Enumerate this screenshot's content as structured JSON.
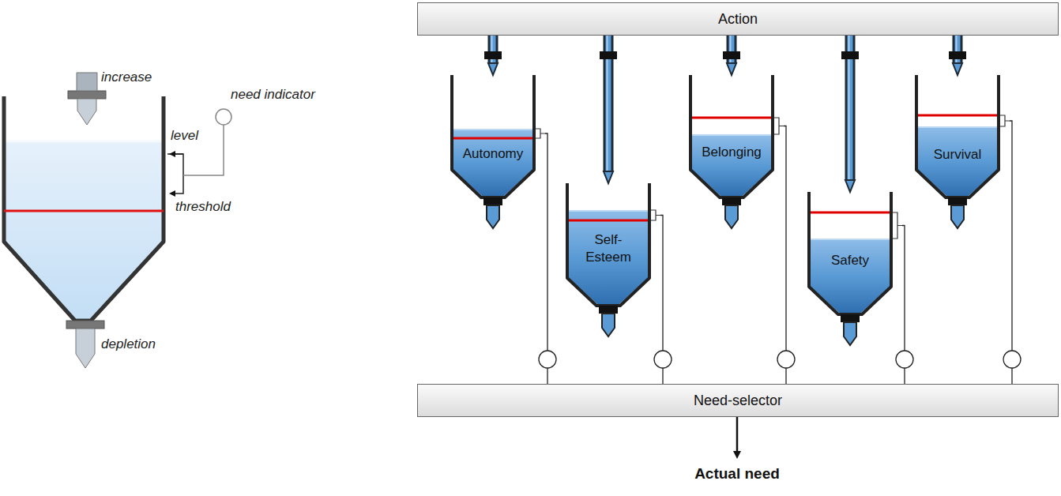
{
  "diagram": {
    "nodes": [
      {
        "text": [
          "Action"
        ]
      },
      {
        "text": [
          "Autonomy"
        ]
      },
      {
        "text": [
          "Self- Esteem"
        ]
      },
      {
        "text": [
          "Belonging"
        ]
      },
      {
        "text": [
          "Safety"
        ]
      },
      {
        "text": [
          "Survival"
        ]
      },
      {
        "text": [
          "Need-selector"
        ]
      }
    ],
    "edges": [
      {
        "from": 0,
        "to": 1,
        "arrow": "none"
      },
      {
        "from": 0,
        "to": 2,
        "arrow": "none"
      },
      {
        "from": 0,
        "to": 3,
        "arrow": "none"
      },
      {
        "from": 0,
        "to": 4,
        "arrow": "none"
      },
      {
        "from": 0,
        "to": 5,
        "arrow": "none"
      },
      {
        "from": 1,
        "to": 6,
        "arrow": "none"
      },
      {
        "from": 2,
        "to": 6,
        "arrow": "none"
      },
      {
        "from": 3,
        "to": 6,
        "arrow": "none"
      },
      {
        "from": 4,
        "to": 6,
        "arrow": "none"
      },
      {
        "from": 5,
        "to": 6,
        "arrow": "none"
      }
    ],
    "labels": [
      "increase",
      "need indicator",
      "level",
      "threshold",
      "depletion",
      "Actual need"
    ]
  }
}
